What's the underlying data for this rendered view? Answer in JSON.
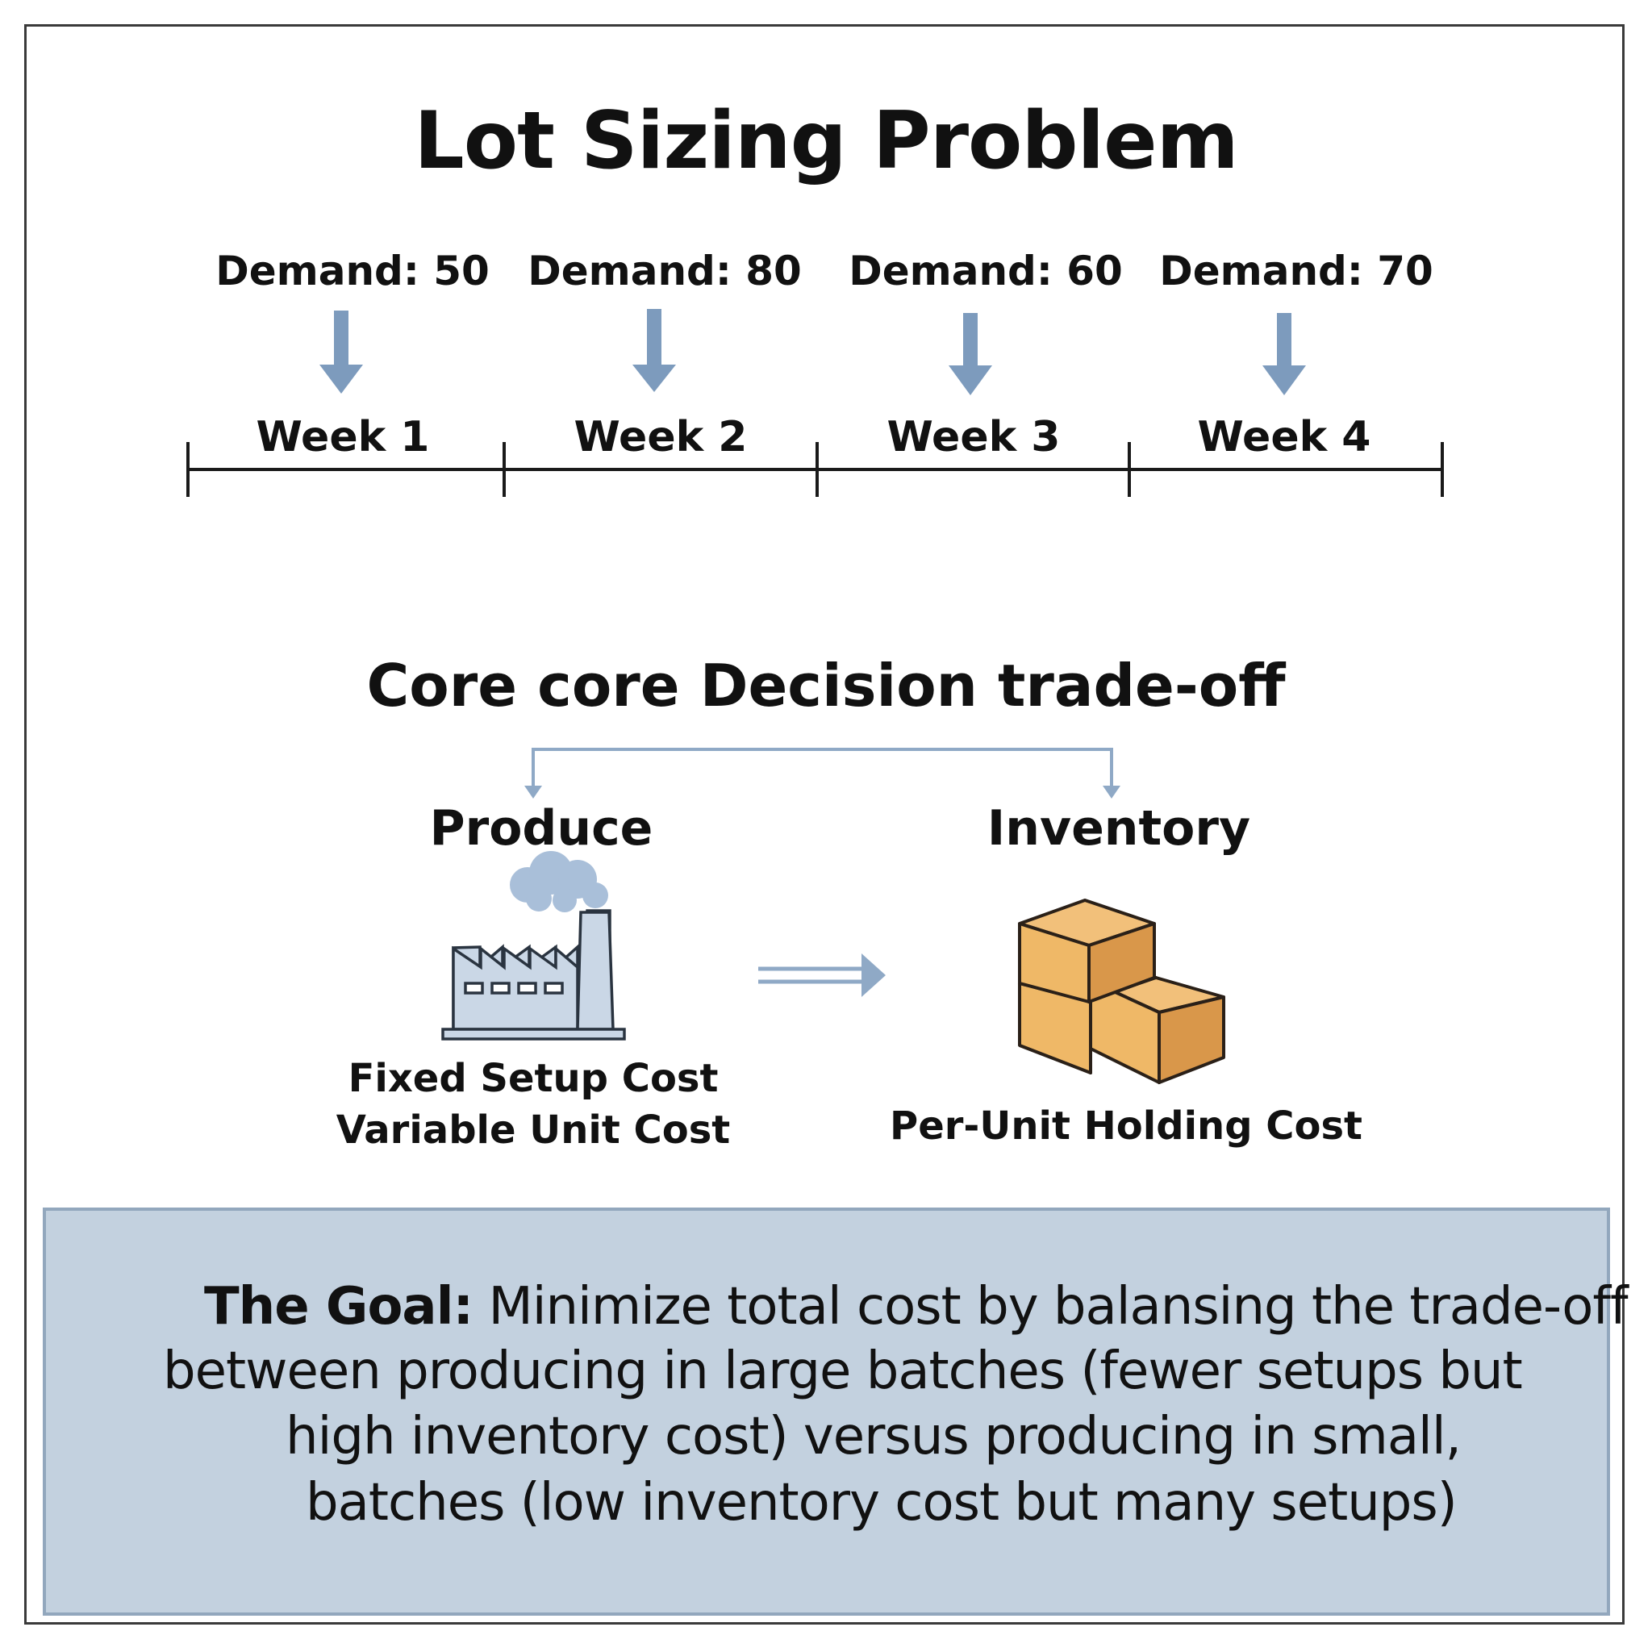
{
  "title": "Lot Sizing Problem",
  "timeline": [
    {
      "demand_label": "Demand: 50",
      "week_label": "Week 1"
    },
    {
      "demand_label": "Demand: 80",
      "week_label": "Week 2"
    },
    {
      "demand_label": "Demand: 60",
      "week_label": "Week 3"
    },
    {
      "demand_label": "Demand: 70",
      "week_label": "Week 4"
    }
  ],
  "tradeoff": {
    "heading": "Core core Decision trade-off",
    "produce": {
      "label": "Produce",
      "cost_lines": [
        "Fixed Setup Cost",
        "Variable Unit Cost"
      ]
    },
    "inventory": {
      "label": "Inventory",
      "cost_lines": [
        "Per-Unit Holding Cost"
      ]
    }
  },
  "goal": {
    "lead": "The Goal:",
    "line1": " Minimize total cost by balansing the trade-off",
    "line2": "between producing in large batches (fewer setups but",
    "line3": "high inventory cost) versus producing in small,",
    "line4": "batches (low inventory cost but many setups)"
  },
  "colors": {
    "arrow": "#7d9bbd",
    "goal_background": "#c3d1df",
    "goal_border": "#92a7bd",
    "box_fill": "#efb867",
    "box_shade": "#d9974a",
    "factory_fill": "#cad7e6",
    "smoke": "#a9bfd9"
  },
  "icons": [
    "down-arrow-icon",
    "factory-icon",
    "smoke-cloud-icon",
    "double-right-arrow-icon",
    "stacked-boxes-icon"
  ]
}
